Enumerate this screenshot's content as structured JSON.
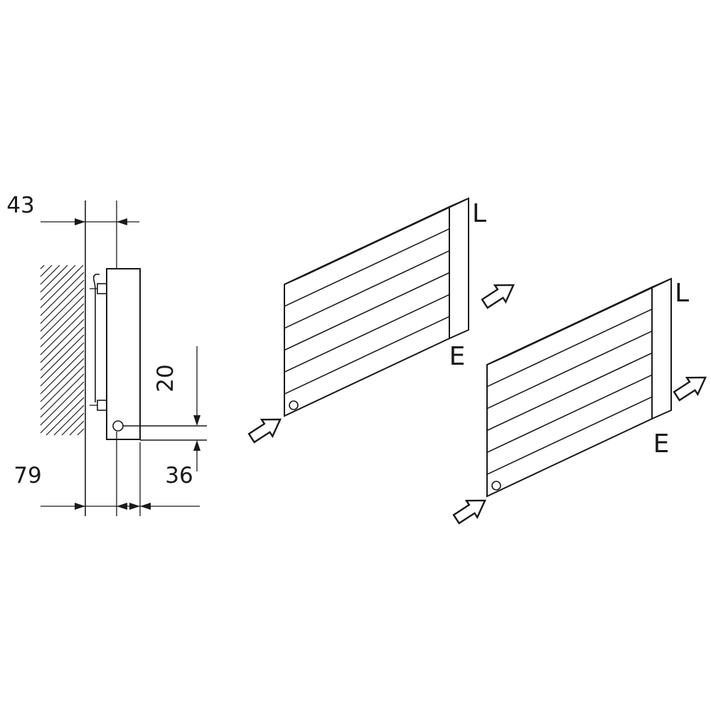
{
  "side_view": {
    "dim_wall_gap": "43",
    "dim_pipe_offset": "20",
    "dim_overall_depth": "79",
    "dim_front_offset": "36"
  },
  "iso_open_top": {
    "label_outlet": "L",
    "label_inlet": "E"
  },
  "iso_grille_top": {
    "label_outlet": "L",
    "label_inlet": "E"
  },
  "colors": {
    "ink": "#1a1a1a",
    "paper": "#ffffff"
  }
}
